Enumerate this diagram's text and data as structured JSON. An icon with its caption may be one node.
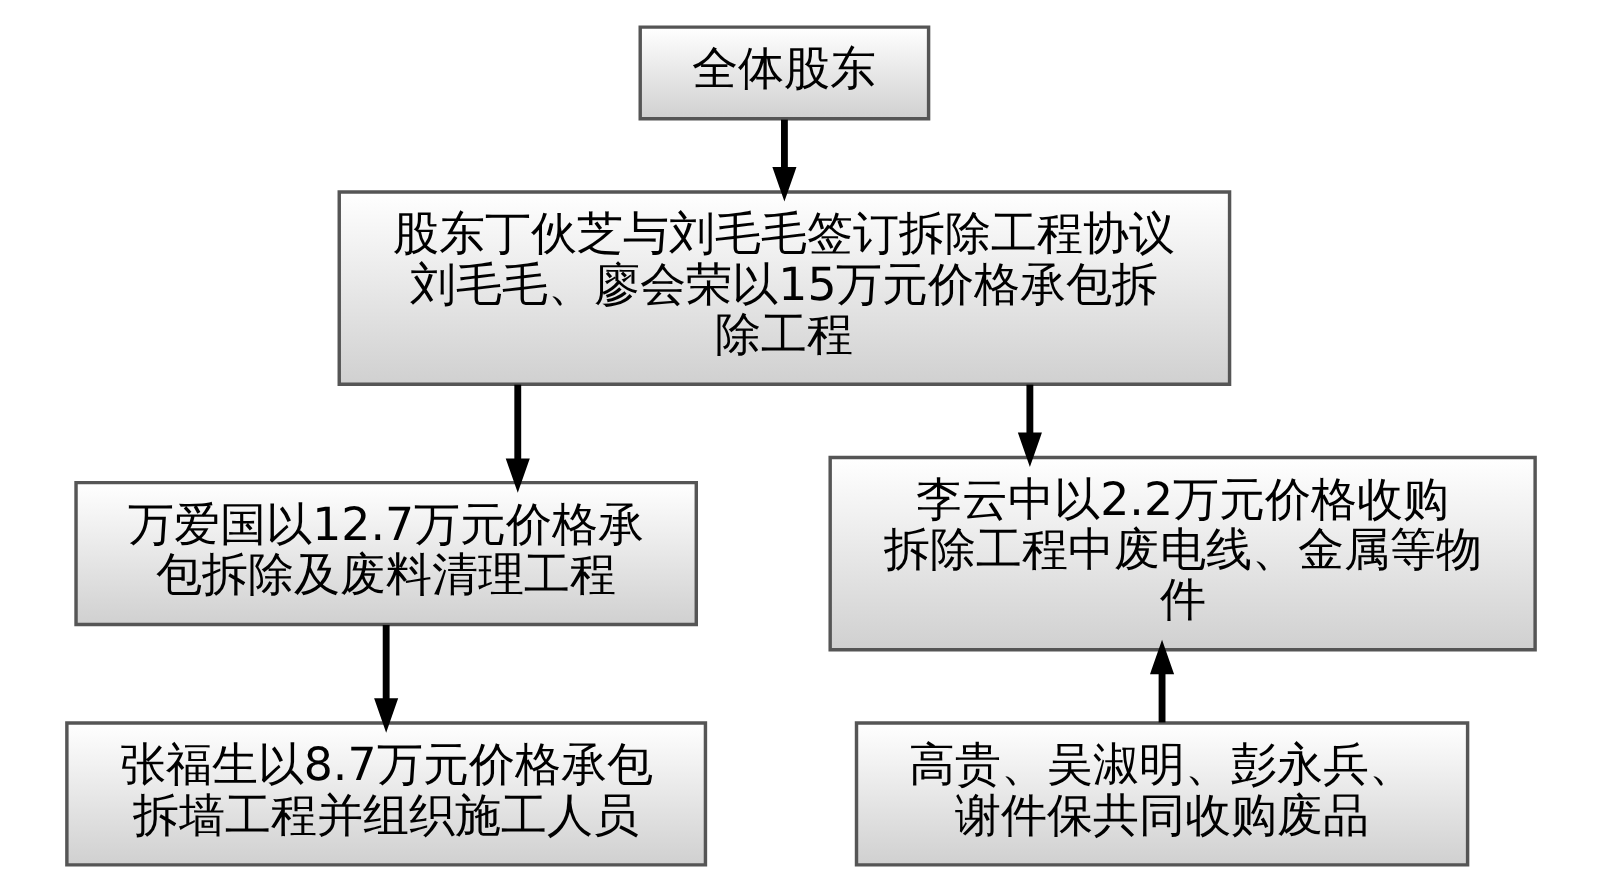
{
  "diagram": {
    "nodes": [
      {
        "text": [
          "全体股东"
        ]
      },
      {
        "text": [
          "股东丁伙芝与刘毛毛签订拆除工程协议刘毛毛、廖会荣以15万元价格承包拆除工程"
        ]
      },
      {
        "text": [
          "万爱国以12.7万元价格承包拆除及废料清理工程"
        ]
      },
      {
        "text": [
          "李云中以2.2万元价格收购拆除工程中废电线、金属等物件"
        ]
      },
      {
        "text": [
          "张福生以8.7万元价格承包拆墙工程并组织施工人员"
        ]
      },
      {
        "text": [
          "高贵、吴淑明、彭永兵、谢件保共同收购废品"
        ]
      }
    ],
    "edges": [
      {
        "from": 0,
        "to": 1,
        "arrow": "to"
      },
      {
        "from": 1,
        "to": 2,
        "arrow": "to"
      },
      {
        "from": 1,
        "to": 3,
        "arrow": "to"
      },
      {
        "from": 2,
        "to": 4,
        "arrow": "to"
      },
      {
        "from": 5,
        "to": 3,
        "arrow": "to"
      }
    ]
  }
}
